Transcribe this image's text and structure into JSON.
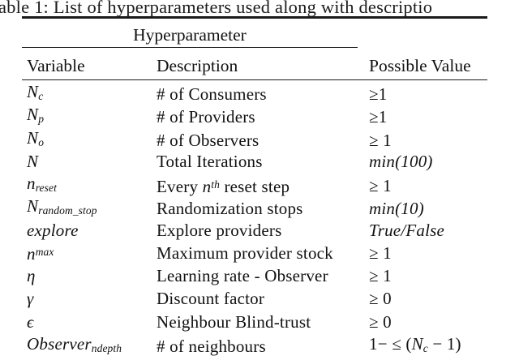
{
  "title": "able 1: List of hyperparameters used along with descriptio",
  "header": {
    "group_label": "Hyperparameter",
    "columns": [
      "Variable",
      "Description",
      "Possible Value"
    ]
  },
  "colors": {
    "text": "#111111",
    "rules": "#1a1a1a",
    "background": "#ffffff"
  },
  "rows": [
    {
      "variable": [
        {
          "t": "N",
          "s": "i"
        },
        {
          "t": "c",
          "s": "sub"
        }
      ],
      "description": [
        {
          "t": "# of Consumers",
          "s": "n"
        }
      ],
      "value": [
        {
          "t": "≥1",
          "s": "n"
        }
      ]
    },
    {
      "variable": [
        {
          "t": "N",
          "s": "i"
        },
        {
          "t": "p",
          "s": "sub"
        }
      ],
      "description": [
        {
          "t": "# of Providers",
          "s": "n"
        }
      ],
      "value": [
        {
          "t": "≥1",
          "s": "n"
        }
      ]
    },
    {
      "variable": [
        {
          "t": "N",
          "s": "i"
        },
        {
          "t": "o",
          "s": "sub"
        }
      ],
      "description": [
        {
          "t": "# of Observers",
          "s": "n"
        }
      ],
      "value": [
        {
          "t": "≥ 1",
          "s": "n"
        }
      ]
    },
    {
      "variable": [
        {
          "t": "N",
          "s": "i"
        }
      ],
      "description": [
        {
          "t": "Total Iterations",
          "s": "n"
        }
      ],
      "value": [
        {
          "t": "min(100)",
          "s": "i"
        }
      ]
    },
    {
      "variable": [
        {
          "t": "n",
          "s": "i"
        },
        {
          "t": "reset",
          "s": "sub"
        }
      ],
      "description": [
        {
          "t": "Every ",
          "s": "n"
        },
        {
          "t": "n",
          "s": "i"
        },
        {
          "t": "th",
          "s": "sup"
        },
        {
          "t": " reset step",
          "s": "n"
        }
      ],
      "value": [
        {
          "t": "≥ 1",
          "s": "n"
        }
      ]
    },
    {
      "variable": [
        {
          "t": "N",
          "s": "i"
        },
        {
          "t": "random_stop",
          "s": "sub"
        }
      ],
      "description": [
        {
          "t": "Randomization stops",
          "s": "n"
        }
      ],
      "value": [
        {
          "t": "min(10)",
          "s": "i"
        }
      ]
    },
    {
      "variable": [
        {
          "t": "explore",
          "s": "i"
        }
      ],
      "description": [
        {
          "t": "Explore providers",
          "s": "n"
        }
      ],
      "value": [
        {
          "t": "True/False",
          "s": "i"
        }
      ]
    },
    {
      "variable": [
        {
          "t": "n",
          "s": "i"
        },
        {
          "t": "max",
          "s": "sup"
        }
      ],
      "description": [
        {
          "t": "Maximum provider stock",
          "s": "n"
        }
      ],
      "value": [
        {
          "t": "≥ 1",
          "s": "n"
        }
      ]
    },
    {
      "variable": [
        {
          "t": "η",
          "s": "i"
        }
      ],
      "description": [
        {
          "t": "Learning rate - Observer",
          "s": "n"
        }
      ],
      "value": [
        {
          "t": "≥ 1",
          "s": "n"
        }
      ]
    },
    {
      "variable": [
        {
          "t": "γ",
          "s": "i"
        }
      ],
      "description": [
        {
          "t": "Discount factor",
          "s": "n"
        }
      ],
      "value": [
        {
          "t": "≥ 0",
          "s": "n"
        }
      ]
    },
    {
      "variable": [
        {
          "t": "ϵ",
          "s": "i"
        }
      ],
      "description": [
        {
          "t": "Neighbour Blind-trust",
          "s": "n"
        }
      ],
      "value": [
        {
          "t": "≥ 0",
          "s": "n"
        }
      ]
    },
    {
      "variable": [
        {
          "t": "Observer",
          "s": "i"
        },
        {
          "t": "ndepth",
          "s": "sub"
        }
      ],
      "description": [
        {
          "t": "# of neighbours",
          "s": "n"
        }
      ],
      "value": [
        {
          "t": "1− ≤ (",
          "s": "n"
        },
        {
          "t": "N",
          "s": "i"
        },
        {
          "t": "c",
          "s": "sub"
        },
        {
          "t": " − 1)",
          "s": "n"
        }
      ]
    }
  ]
}
